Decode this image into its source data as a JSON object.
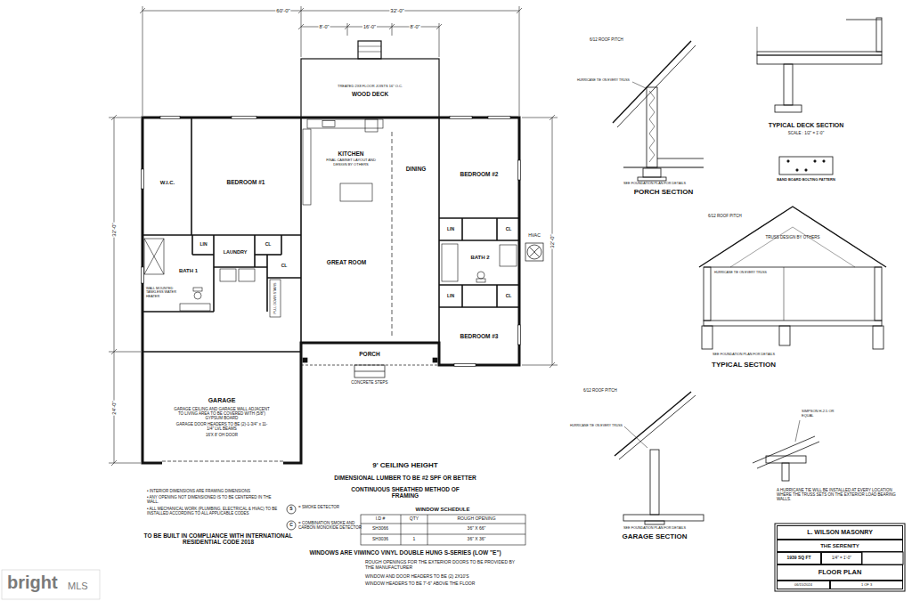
{
  "diagram": {
    "nodes": [
      {
        "text": [
          "TREATED 2X8 FLOOR JOISTS 16\" O.C.",
          "WOOD DECK"
        ]
      },
      {
        "text": [
          "W.I.C."
        ]
      },
      {
        "text": [
          "BEDROOM #1"
        ]
      },
      {
        "text": [
          "KITCHEN",
          "FINAL CABINET LAYOUT AND DESIGN BY OTHERS"
        ]
      },
      {
        "text": [
          "DINING"
        ]
      },
      {
        "text": [
          "BEDROOM #2"
        ]
      },
      {
        "text": [
          "LIN"
        ]
      },
      {
        "text": [
          "LAUNDRY"
        ]
      },
      {
        "text": [
          "CL"
        ]
      },
      {
        "text": [
          "BATH 1"
        ]
      },
      {
        "text": [
          "CL"
        ]
      },
      {
        "text": [
          "GREAT ROOM"
        ]
      },
      {
        "text": [
          "LIN"
        ]
      },
      {
        "text": [
          "CL"
        ]
      },
      {
        "text": [
          "BATH 2"
        ]
      },
      {
        "text": [
          "LIN"
        ]
      },
      {
        "text": [
          "CL"
        ]
      },
      {
        "text": [
          "BEDROOM #3"
        ]
      },
      {
        "text": [
          "PORCH"
        ]
      },
      {
        "text": [
          "GARAGE",
          "GARAGE CEILING AND GARAGE WALL ADJACENT TO LIVING AREA TO BE COVERED WITH (5/8\") GYPSUM BOARD",
          "GARAGE DOOR HEADERS TO BE (2)-1-3/4\" x 11-1/4\" LVL BEAMS",
          "16'X 8' OH DOOR"
        ]
      },
      {
        "text": [
          "L. WILSON MASONRY"
        ]
      },
      {
        "text": [
          "THE SERENITY"
        ]
      },
      {
        "text": [
          "1939 SQ FT"
        ]
      },
      {
        "text": [
          "1/4\" = 1'-0\""
        ]
      },
      {
        "text": [
          "FLOOR PLAN"
        ]
      },
      {
        "text": [
          "06/15/2024"
        ]
      },
      {
        "text": [
          "1 OF 3"
        ]
      }
    ],
    "labels": [
      "60'-0\"",
      "32'-0\"",
      "8'-0\"",
      "16'-0\"",
      "8'-0\"",
      "32'-0\"",
      "24'-0\"",
      "32'-0\"",
      "PULL DOWN STAIRS",
      "WALL MOUNTED TANKLESS WATER HEATER",
      "CONCRETE STEPS",
      "HVAC",
      "9' CEILING HEIGHT",
      "DIMENSIONAL LUMBER TO BE #2 SPF OR BETTER",
      "CONTINUOUS SHEATHED METHOD OF FRAMING",
      "WINDOW SCHEDULE",
      "I.D #",
      "QTY",
      "ROUGH OPENING",
      "SH3066",
      "36\" X 66\"",
      "SH3036",
      "1",
      "36\" X 36\"",
      "WINDOWS ARE VIWINCO VINYL DOUBLE HUNG S-SERIES (LOW \"E\")",
      "ROUGH OPENINGS FOR THE EXTERIOR DOORS TO BE PROVIDED BY THE MANUFACTURER",
      "WINDOW AND DOOR HEADERS TO BE (2) 2X10'S",
      "WINDOW HEADERS TO BE 7'-6\" ABOVE THE FLOOR",
      "• INTERIOR DIMENSIONS ARE FRAMING DIMENSIONS",
      "• ANY OPENING NOT DIMENSIONED IS TO BE CENTERED IN THE WALL.",
      "• ALL MECHANICAL WORK (PLUMBING, ELECTRICAL & HVAC) TO BE INSTALLED ACCORDING TO ALL APPLICABLE CODES",
      "TO BE BUILT IN COMPLIANCE WITH INTERNATIONAL RESIDENTIAL CODE 2018",
      "S",
      "C",
      "6/12 ROOF PITCH",
      "HURRICANE TIE ON EVERY TRUSS",
      "SEE FOUNDATION PLAN FOR DETAILS",
      "PORCH SECTION",
      "TYPICAL DECK SECTION",
      "SCALE : 1/2\" = 1'-0\"",
      "BAND BOARD BOLTING PATTERN",
      "6/12 ROOF PITCH",
      "TRUSS DESIGN BY OTHERS",
      "HURRICANE TIE ON EVERY TRUSS",
      "SEE FOUNDATION PLAN FOR DETAILS",
      "TYPICAL SECTION",
      "6/12 ROOF PITCH",
      "HURRICANE TIE ON EVERY TRUSS",
      "SEE FOUNDATION PLAN FOR DETAILS",
      "GARAGE SECTION",
      "SIMPSON H-2.5 OR EQUAL",
      "A HURRICANE TIE WILL BE INSTALLED AT EVERY LOCATION WHERE THE TRUSS SETS ON THE EXTERIOR LOAD BEARING WALLS.",
      "bright",
      "MLS"
    ],
    "legend": [
      {
        "text": "= SMOKE DETECTOR"
      },
      {
        "text": "= COMBINATION SMOKE AND CARBON MONOXIDE DETECTOR"
      }
    ]
  }
}
